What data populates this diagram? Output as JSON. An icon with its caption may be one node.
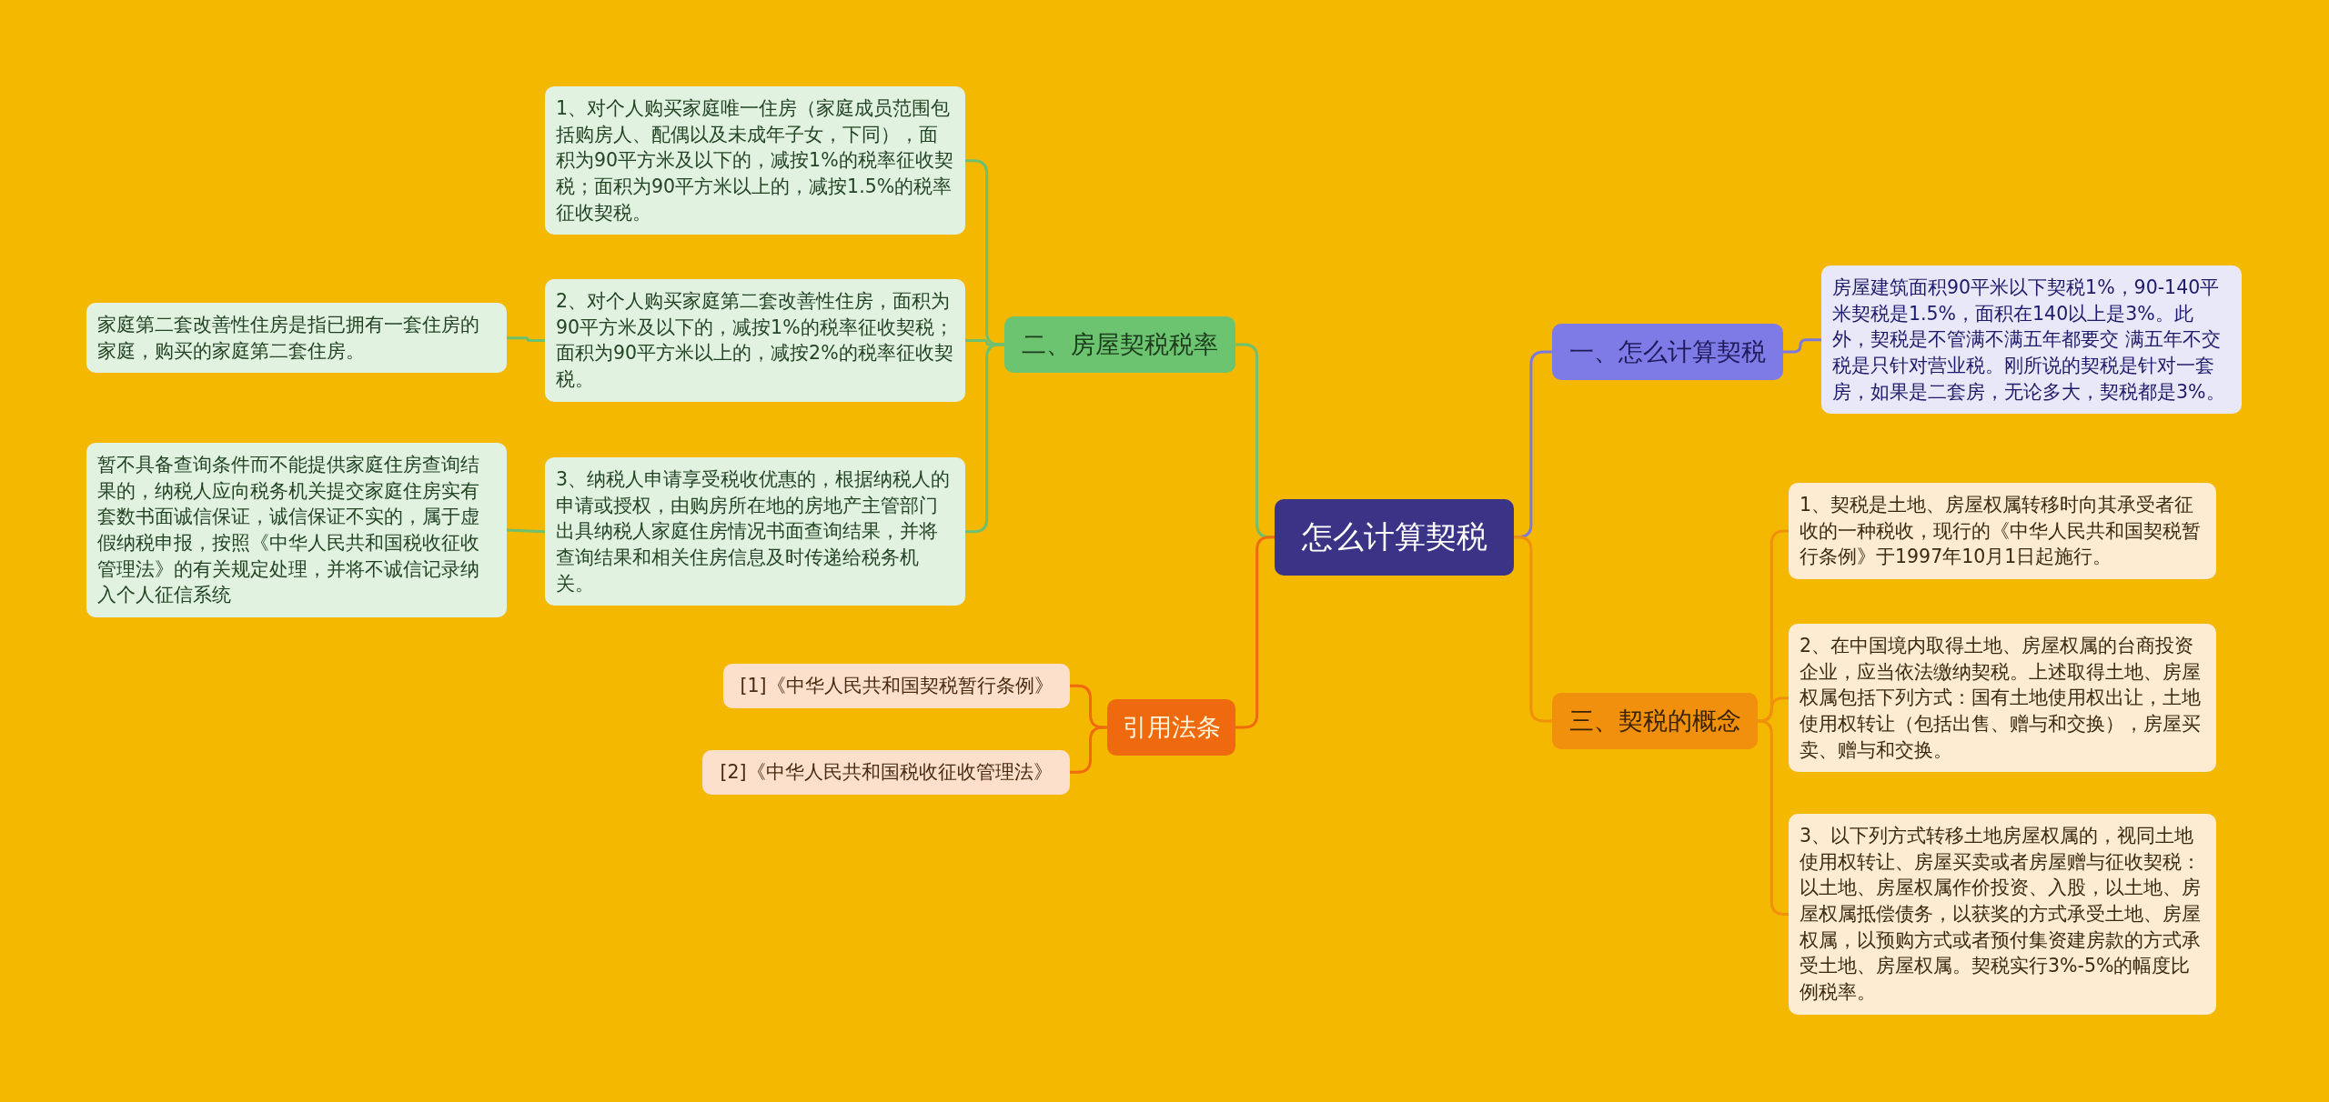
{
  "diagram": {
    "nodes": [
      {
        "text": [
          "怎么计算契税"
        ]
      },
      {
        "text": [
          "一、怎么计算契税"
        ]
      },
      {
        "text": [
          "房屋建筑面积90平米以下契税1%，90-140平米契税是1.5%，面积在140以上是3%。此外，契税是不管满不满五年都要交 满五年不交税是只针对营业税。刚所说的契税是针对一套房，如果是二套房，无论多大，契税都是3%。"
        ]
      },
      {
        "text": [
          "二、房屋契税税率"
        ]
      },
      {
        "text": [
          "1、对个人购买家庭唯一住房（家庭成员范围包括购房人、配偶以及未成年子女，下同），面积为90平方米及以下的，减按1%的税率征收契税；面积为90平方米以上的，减按1.5%的税率征收契税。"
        ]
      },
      {
        "text": [
          "2、对个人购买家庭第二套改善性住房，面积为90平方米及以下的，减按1%的税率征收契税；面积为90平方米以上的，减按2%的税率征收契税。"
        ]
      },
      {
        "text": [
          "家庭第二套改善性住房是指已拥有一套住房的家庭，购买的家庭第二套住房。"
        ]
      },
      {
        "text": [
          "3、纳税人申请享受税收优惠的，根据纳税人的申请或授权，由购房所在地的房地产主管部门出具纳税人家庭住房情况书面查询结果，并将查询结果和相关住房信息及时传递给税务机关。"
        ]
      },
      {
        "text": [
          "暂不具备查询条件而不能提供家庭住房查询结果的，纳税人应向税务机关提交家庭住房实有套数书面诚信保证，诚信保证不实的，属于虚假纳税申报，按照《中华人民共和国税收征收管理法》的有关规定处理，并将不诚信记录纳入个人征信系统"
        ]
      },
      {
        "text": [
          "引用法条"
        ]
      },
      {
        "text": [
          "[1]《中华人民共和国契税暂行条例》"
        ]
      },
      {
        "text": [
          "[2]《中华人民共和国税收征收管理法》"
        ]
      },
      {
        "text": [
          "三、契税的概念"
        ]
      },
      {
        "text": [
          "1、契税是土地、房屋权属转移时向其承受者征收的一种税收，现行的《中华人民共和国契税暂行条例》于1997年10月1日起施行。"
        ]
      },
      {
        "text": [
          "2、在中国境内取得土地、房屋权属的台商投资企业，应当依法缴纳契税。上述取得土地、房屋权属包括下列方式：国有土地使用权出让，土地使用权转让（包括出售、赠与和交换），房屋买卖、赠与和交换。"
        ]
      },
      {
        "text": [
          "3、以下列方式转移土地房屋权属的，视同土地使用权转让、房屋买卖或者房屋赠与征收契税：以土地、房屋权属作价投资、入股，以土地、房屋权属抵偿债务，以获奖的方式承受土地、房屋权属，以预购方式或者预付集资建房款的方式承受土地、房屋权属。契税实行3%-5%的幅度比例税率。"
        ]
      }
    ],
    "edges": [
      {
        "from": 0,
        "to": 1,
        "arrow": "none",
        "color": "#7b78e0"
      },
      {
        "from": 1,
        "to": 2,
        "arrow": "none",
        "color": "#7b78e0"
      },
      {
        "from": 0,
        "to": 3,
        "arrow": "none",
        "color": "#6cc070"
      },
      {
        "from": 3,
        "to": 4,
        "arrow": "none",
        "color": "#6cc070"
      },
      {
        "from": 3,
        "to": 5,
        "arrow": "none",
        "color": "#6cc070"
      },
      {
        "from": 5,
        "to": 6,
        "arrow": "none",
        "color": "#6cc070"
      },
      {
        "from": 3,
        "to": 7,
        "arrow": "none",
        "color": "#6cc070"
      },
      {
        "from": 7,
        "to": 8,
        "arrow": "none",
        "color": "#6cc070"
      },
      {
        "from": 0,
        "to": 9,
        "arrow": "none",
        "color": "#f06a10"
      },
      {
        "from": 9,
        "to": 10,
        "arrow": "none",
        "color": "#f06a10"
      },
      {
        "from": 9,
        "to": 11,
        "arrow": "none",
        "color": "#f06a10"
      },
      {
        "from": 0,
        "to": 12,
        "arrow": "none",
        "color": "#f0900c"
      },
      {
        "from": 12,
        "to": 13,
        "arrow": "none",
        "color": "#f0900c"
      },
      {
        "from": 12,
        "to": 14,
        "arrow": "none",
        "color": "#f0900c"
      },
      {
        "from": 12,
        "to": 15,
        "arrow": "none",
        "color": "#f0900c"
      }
    ]
  }
}
